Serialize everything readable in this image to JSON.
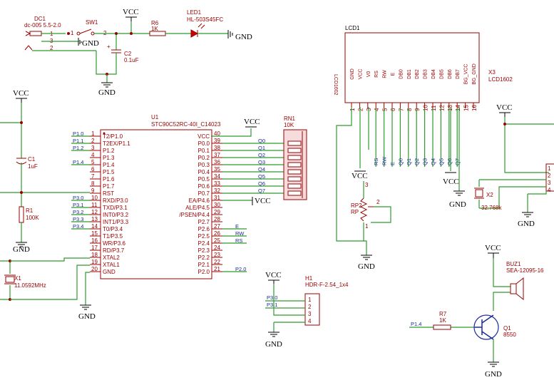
{
  "power": {
    "vcc": "VCC",
    "gnd": "GND"
  },
  "dc1": {
    "ref": "DC1",
    "value": "dc-005 5.5-2.0",
    "pins": [
      "1",
      "3",
      "2"
    ]
  },
  "sw1": {
    "ref": "SW1",
    "pins": [
      "1",
      "2"
    ]
  },
  "r6": {
    "ref": "R6",
    "value": "1K"
  },
  "led1": {
    "ref": "LED1",
    "value": "HL-503S45FC"
  },
  "c2": {
    "ref": "C2",
    "value": "0.1uF"
  },
  "c1": {
    "ref": "C1",
    "value": "1uF"
  },
  "r1": {
    "ref": "R1",
    "value": "100K"
  },
  "x1": {
    "ref": "X1",
    "value": "11.0592MHz"
  },
  "u1": {
    "ref": "U1",
    "value": "STC90C52RC-40I_C14023",
    "left_pins": [
      {
        "num": "1",
        "name": "T2/P1.0",
        "net": "P1.0"
      },
      {
        "num": "2",
        "name": "T2EX/P1.1",
        "net": "P1.1"
      },
      {
        "num": "3",
        "name": "P1.2",
        "net": "P1.2"
      },
      {
        "num": "4",
        "name": "P1.3",
        "net": ""
      },
      {
        "num": "5",
        "name": "P1.4",
        "net": "P1.4"
      },
      {
        "num": "6",
        "name": "P1.5",
        "net": ""
      },
      {
        "num": "7",
        "name": "P1.6",
        "net": ""
      },
      {
        "num": "8",
        "name": "P1.7",
        "net": ""
      },
      {
        "num": "9",
        "name": "RST",
        "net": ""
      },
      {
        "num": "10",
        "name": "RXD/P3.0",
        "net": "P3.0"
      },
      {
        "num": "11",
        "name": "TXD/P3.1",
        "net": "P3.1"
      },
      {
        "num": "12",
        "name": "INT0/P3.2",
        "net": "P3.2"
      },
      {
        "num": "13",
        "name": "INT1/P3.3",
        "net": "P3.3"
      },
      {
        "num": "14",
        "name": "T0/P3.4",
        "net": "P3.4"
      },
      {
        "num": "15",
        "name": "T1/P3.5",
        "net": ""
      },
      {
        "num": "16",
        "name": "WR/P3.6",
        "net": ""
      },
      {
        "num": "17",
        "name": "RD/P3.7",
        "net": ""
      },
      {
        "num": "18",
        "name": "XTAL2",
        "net": ""
      },
      {
        "num": "19",
        "name": "XTAL1",
        "net": ""
      },
      {
        "num": "20",
        "name": "GND",
        "net": ""
      }
    ],
    "right_pins": [
      {
        "num": "40",
        "name": "VCC",
        "net": ""
      },
      {
        "num": "39",
        "name": "P0.0",
        "net": "Q0"
      },
      {
        "num": "38",
        "name": "P0.1",
        "net": "Q1"
      },
      {
        "num": "37",
        "name": "P0.2",
        "net": "Q2"
      },
      {
        "num": "36",
        "name": "P0.3",
        "net": "Q3"
      },
      {
        "num": "35",
        "name": "P0.4",
        "net": "Q4"
      },
      {
        "num": "34",
        "name": "P0.5",
        "net": "Q5"
      },
      {
        "num": "33",
        "name": "P0.6",
        "net": "Q6"
      },
      {
        "num": "32",
        "name": "P0.7",
        "net": "Q7"
      },
      {
        "num": "31",
        "name": "EA/P4.6",
        "net": "VCC"
      },
      {
        "num": "30",
        "name": "ALE/P4.5",
        "net": ""
      },
      {
        "num": "29",
        "name": "/PSEN/P4.4",
        "net": ""
      },
      {
        "num": "28",
        "name": "P2.7",
        "net": ""
      },
      {
        "num": "27",
        "name": "P2.6",
        "net": "E"
      },
      {
        "num": "26",
        "name": "P2.5",
        "net": "RW"
      },
      {
        "num": "25",
        "name": "P2.4",
        "net": "RS"
      },
      {
        "num": "24",
        "name": "P2.3",
        "net": ""
      },
      {
        "num": "23",
        "name": "P2.2",
        "net": ""
      },
      {
        "num": "22",
        "name": "P2.1",
        "net": ""
      },
      {
        "num": "21",
        "name": "P2.0",
        "net": "P2.0"
      }
    ]
  },
  "rn1": {
    "ref": "RN1",
    "value": "10K"
  },
  "lcd1": {
    "ref": "LCD1",
    "part": "LCD1602",
    "x3": {
      "ref": "X3",
      "value": "LCD1602"
    },
    "pins": [
      {
        "num": "1",
        "name": "GND",
        "net": ""
      },
      {
        "num": "2",
        "name": "VCC",
        "net": ""
      },
      {
        "num": "3",
        "name": "V0",
        "net": ""
      },
      {
        "num": "4",
        "name": "RS",
        "net": "RS"
      },
      {
        "num": "5",
        "name": "RW",
        "net": "RW"
      },
      {
        "num": "6",
        "name": "E",
        "net": "E"
      },
      {
        "num": "7",
        "name": "DB0",
        "net": "Q0"
      },
      {
        "num": "8",
        "name": "DB1",
        "net": "Q1"
      },
      {
        "num": "9",
        "name": "DB2",
        "net": "Q2"
      },
      {
        "num": "10",
        "name": "DB3",
        "net": "Q3"
      },
      {
        "num": "11",
        "name": "DB4",
        "net": "Q4"
      },
      {
        "num": "12",
        "name": "DB5",
        "net": "Q5"
      },
      {
        "num": "13",
        "name": "DB6",
        "net": "Q6"
      },
      {
        "num": "14",
        "name": "DB7",
        "net": "Q7"
      },
      {
        "num": "15",
        "name": "BG_VCC",
        "net": ""
      },
      {
        "num": "16",
        "name": "BG_GND",
        "net": ""
      }
    ]
  },
  "rp2": {
    "ref": "RP2",
    "value": "RP",
    "pins": [
      "3",
      "2",
      "1"
    ]
  },
  "x2": {
    "ref": "X2",
    "value": "32.768k"
  },
  "h1": {
    "ref": "H1",
    "value": "HDR-F-2.54_1x4",
    "pins": [
      "1",
      "2",
      "3",
      "4"
    ],
    "nets": [
      "P3.0",
      "P3.1"
    ]
  },
  "buz1": {
    "ref": "BUZ1",
    "value": "SEA-12095-16"
  },
  "r7": {
    "ref": "R7",
    "value": "1K",
    "net": "P1.4"
  },
  "q1": {
    "ref": "Q1",
    "value": "8550"
  },
  "rtc": {
    "pins": [
      "1",
      "2",
      "3",
      "4"
    ]
  },
  "colors": {
    "wire": "#2e9b2e",
    "symbol": "#990000",
    "power": "#000000",
    "port": "#1a2a99"
  }
}
